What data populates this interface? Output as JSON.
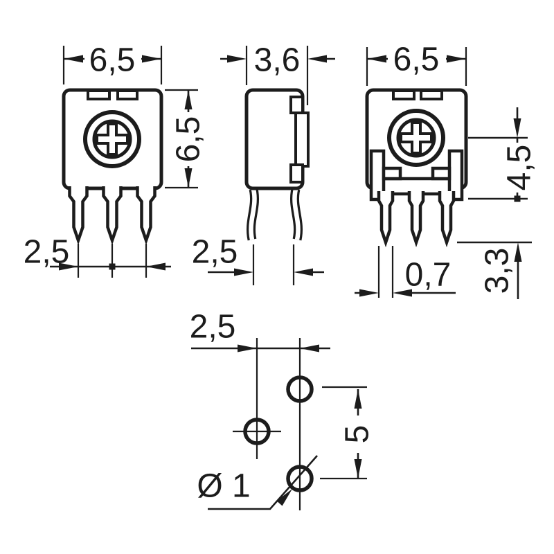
{
  "drawing": {
    "type": "technical-dimensional-drawing",
    "component": "trimmer-potentiometer",
    "unit_system": "millimetres-comma-decimal"
  },
  "colors": {
    "ink": "#1c1c1c",
    "background": "#ffffff"
  },
  "views": {
    "front": {
      "name": "front-view",
      "dims": {
        "width": "6,5",
        "height": "6,5",
        "pin_pitch": "2,5"
      }
    },
    "side": {
      "name": "side-view",
      "dims": {
        "depth": "3,6",
        "lead_span": "2,5"
      }
    },
    "rear": {
      "name": "rear-view",
      "dims": {
        "width": "6,5",
        "shaft_center_height": "4,5",
        "lead_length": "3,3",
        "lead_width": "0,7"
      }
    },
    "footprint": {
      "name": "pcb-footprint",
      "dims": {
        "pitch_x": "2,5",
        "pitch_y": "5",
        "hole_diameter": "Ø 1"
      }
    }
  }
}
